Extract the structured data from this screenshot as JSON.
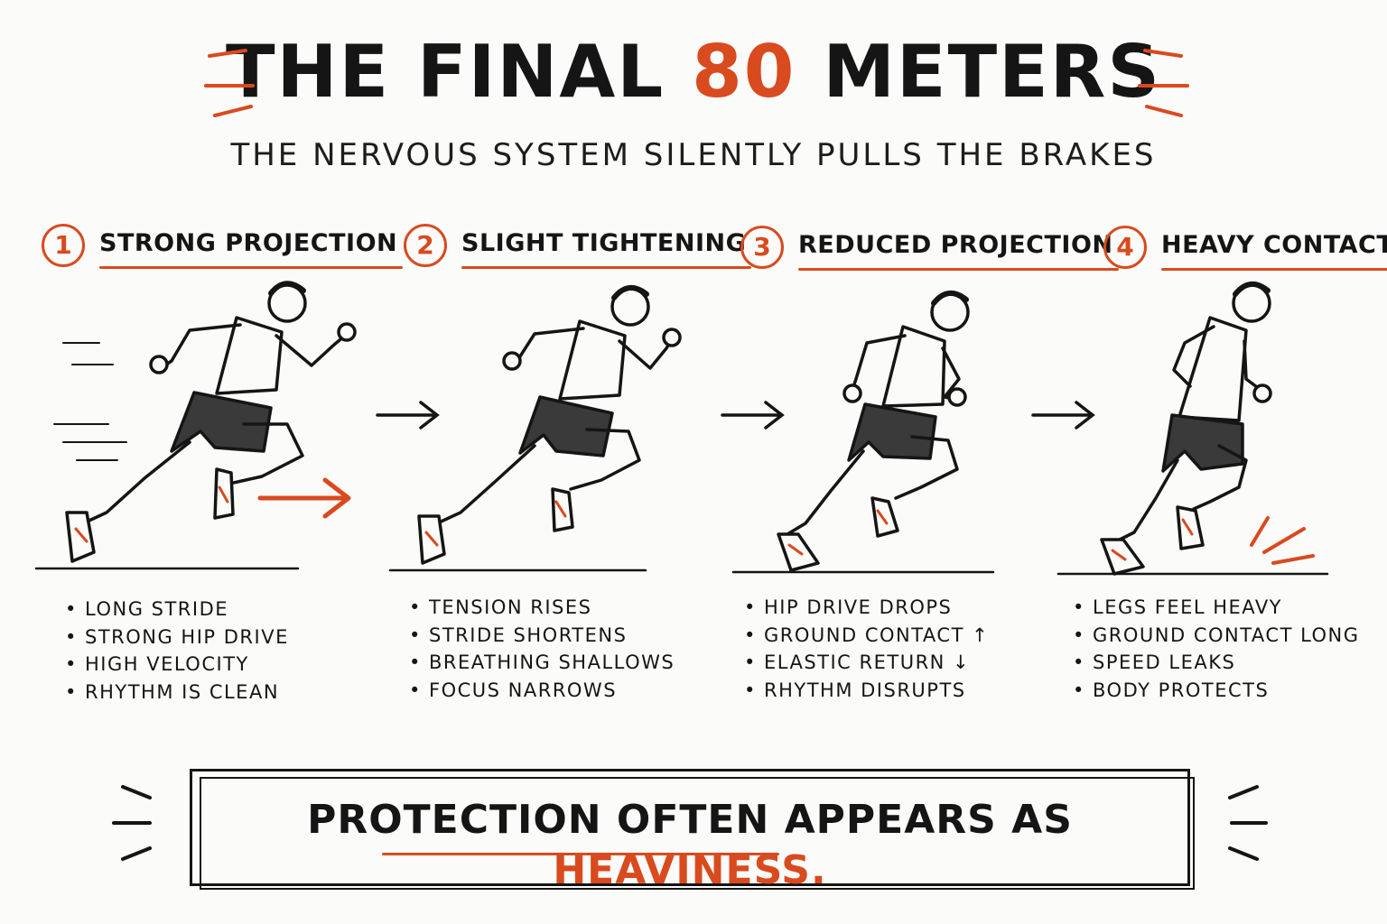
{
  "header": {
    "title_before": "THE FINAL",
    "title_accent": "80",
    "title_after": "METERS",
    "subtitle": "THE NERVOUS SYSTEM SILENTLY PULLS THE BRAKES"
  },
  "colors": {
    "accent": "#d94a1e",
    "ink": "#151515",
    "paper": "#fbfbf9"
  },
  "steps": [
    {
      "number": "1",
      "title": "STRONG PROJECTION",
      "bullets": [
        "LONG STRIDE",
        "STRONG HIP DRIVE",
        "HIGH VELOCITY",
        "RHYTHM IS CLEAN"
      ]
    },
    {
      "number": "2",
      "title": "SLIGHT TIGHTENING",
      "bullets": [
        "TENSION RISES",
        "STRIDE SHORTENS",
        "BREATHING SHALLOWS",
        "FOCUS NARROWS"
      ]
    },
    {
      "number": "3",
      "title": "REDUCED PROJECTION",
      "bullets": [
        "HIP DRIVE DROPS",
        "GROUND CONTACT ↑",
        "ELASTIC RETURN ↓",
        "RHYTHM DISRUPTS"
      ]
    },
    {
      "number": "4",
      "title": "HEAVY CONTACT",
      "bullets": [
        "LEGS FEEL HEAVY",
        "GROUND CONTACT LONG",
        "SPEED LEAKS",
        "BODY PROTECTS"
      ]
    }
  ],
  "banner": {
    "text_before": "PROTECTION OFTEN APPEARS AS",
    "text_accent": "HEAVINESS."
  },
  "icons": [
    "runner-figure-icon",
    "arrow-right-icon",
    "motion-lines-icon",
    "impact-lines-icon"
  ]
}
